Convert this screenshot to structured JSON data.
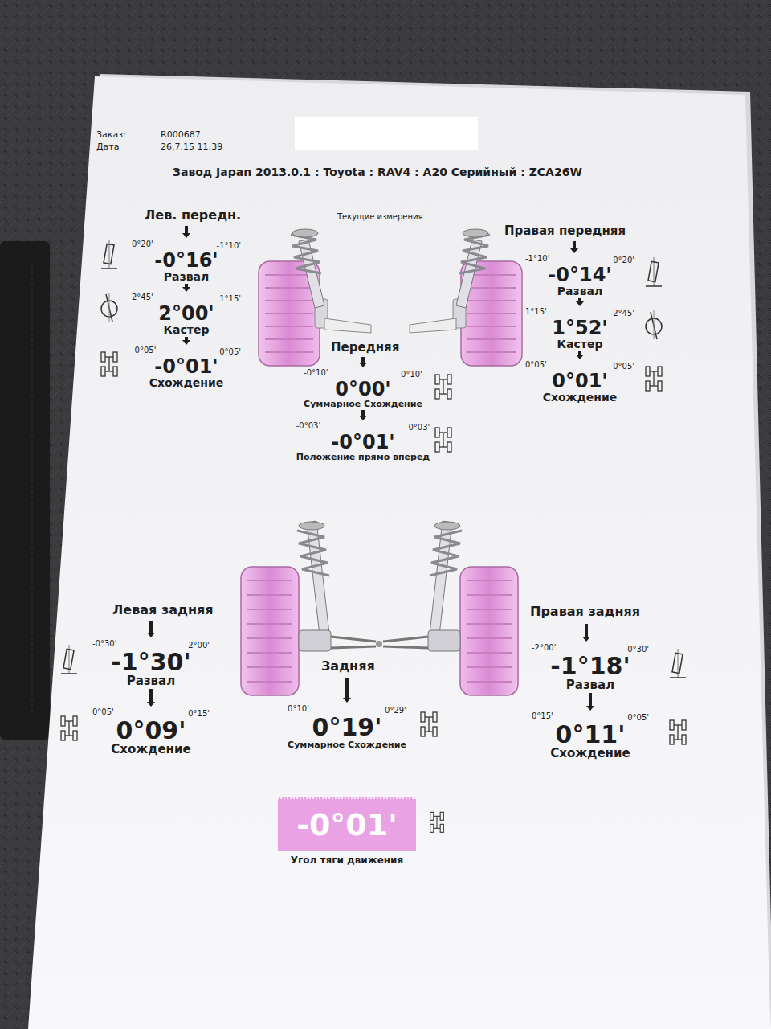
{
  "diagram": {
    "title": "Завод Japan 2013.0.1 : Toyota : RAV4 : A20 Серийный : ZCA26W",
    "nodes": [
      {
        "text": [
          "0°20'",
          "-0°16'",
          "-1°10'",
          "Развал"
        ]
      },
      {
        "text": [
          "2°45'",
          "2°00'",
          "1°15'",
          "Кастер"
        ]
      },
      {
        "text": [
          "-0°05'",
          "-0°01'",
          "0°05'",
          "Схождение"
        ]
      },
      {
        "text": [
          "-1°10'",
          "-0°14'",
          "0°20'",
          "Развал"
        ]
      },
      {
        "text": [
          "1°15'",
          "1°52'",
          "2°45'",
          "Кастер"
        ]
      },
      {
        "text": [
          "0°05'",
          "0°01'",
          "-0°05'",
          "Схождение"
        ]
      },
      {
        "text": [
          "-0°10'",
          "0°00'",
          "0°10'",
          "Суммарное Схождение"
        ]
      },
      {
        "text": [
          "-0°03'",
          "-0°01'",
          "0°03'",
          "Положение прямо вперед"
        ]
      },
      {
        "text": [
          "-0°30'",
          "-1°30'",
          "-2°00'",
          "Развал"
        ]
      },
      {
        "text": [
          "0°05'",
          "0°09'",
          "0°15'",
          "Схождение"
        ]
      },
      {
        "text": [
          "0°10'",
          "0°19'",
          "0°29'",
          "Суммарное Схождение"
        ]
      },
      {
        "text": [
          "-2°00'",
          "-1°18'",
          "-0°30'",
          "Развал"
        ]
      },
      {
        "text": [
          "0°15'",
          "0°11'",
          "0°05'",
          "Схождение"
        ]
      },
      {
        "text": [
          "-0°01'",
          "Угол тяги движения"
        ]
      }
    ],
    "edges": [
      {
        "from": 0,
        "to": 1,
        "arrow": "to"
      },
      {
        "from": 1,
        "to": 2,
        "arrow": "to"
      },
      {
        "from": 3,
        "to": 4,
        "arrow": "to"
      },
      {
        "from": 4,
        "to": 5,
        "arrow": "to"
      },
      {
        "from": 6,
        "to": 7,
        "arrow": "to"
      },
      {
        "from": 8,
        "to": 9,
        "arrow": "to"
      },
      {
        "from": 11,
        "to": 12,
        "arrow": "to"
      }
    ],
    "labels": [
      "Заказ:",
      "R000687",
      "Дата",
      "26.7.15 11:39",
      "Текущие измерения",
      "Лев. передн.",
      "Правая передняя",
      "Передняя",
      "Левая задняя",
      "Задняя",
      "Правая задняя"
    ]
  }
}
